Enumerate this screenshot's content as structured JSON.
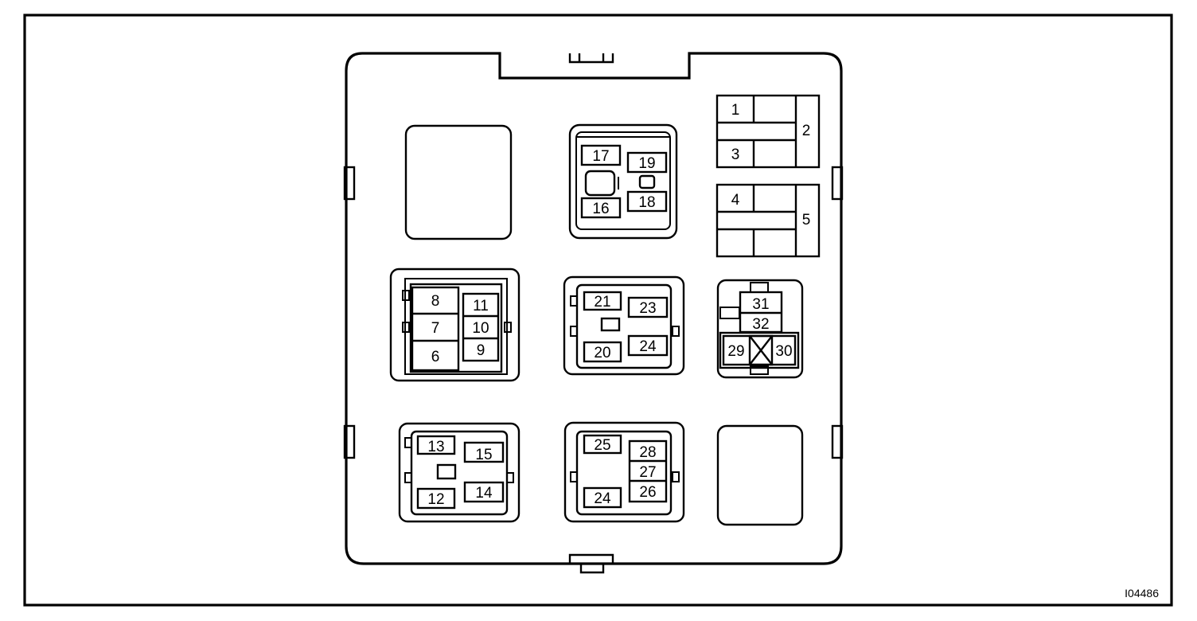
{
  "diagram": {
    "figure_id": "I04486",
    "terminals": [
      "1",
      "2",
      "3",
      "4",
      "5",
      "6",
      "7",
      "8",
      "9",
      "10",
      "11",
      "12",
      "13",
      "14",
      "15",
      "16",
      "17",
      "18",
      "19",
      "20",
      "21",
      "23",
      "24",
      "25",
      "24",
      "26",
      "27",
      "28",
      "29",
      "30",
      "31",
      "32"
    ]
  }
}
